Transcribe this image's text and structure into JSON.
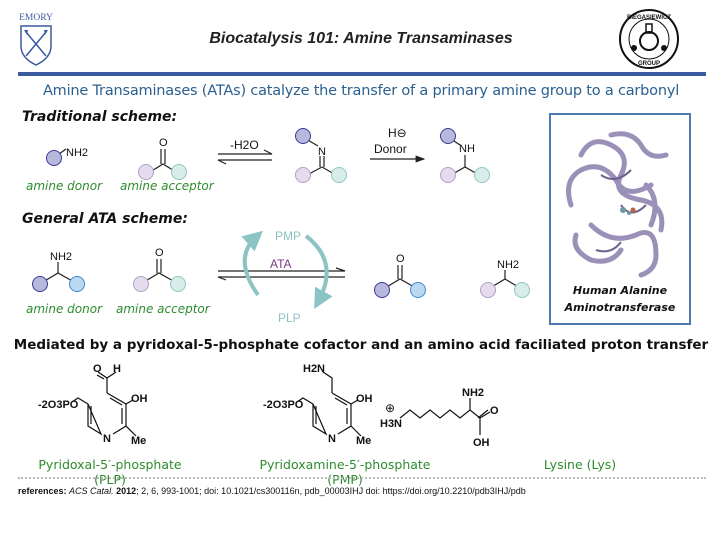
{
  "header": {
    "left_logo_text": "EMORY",
    "title": "Biocatalysis 101: Amine Transaminases",
    "right_logo_text": "BIEGASIEWICZ GROUP"
  },
  "subtitle": "Amine Transaminases (ATAs) catalyze the transfer of a primary amine group to a carbonyl",
  "traditional": {
    "heading": "Traditional scheme:",
    "donor_group": "NH2",
    "donor_label": "amine donor",
    "acceptor_atom": "O",
    "acceptor_label": "amine acceptor",
    "step1_label": "-H2O",
    "imine_atom": "N",
    "step2_top": "H⊖",
    "step2_bottom": "Donor",
    "product_group": "NH"
  },
  "general": {
    "heading": "General ATA scheme:",
    "donor_group": "NH2",
    "donor_label": "amine donor",
    "acceptor_atom": "O",
    "acceptor_label": "amine acceptor",
    "cycle_top": "PMP",
    "cycle_bottom": "PLP",
    "enzyme": "ATA",
    "product1_atom": "O",
    "product2_group": "NH2"
  },
  "protein": {
    "label_line1": "Human Alanine",
    "label_line2": "Aminotransferase"
  },
  "mediated": "Mediated by a pyridoxal-5-phosphate cofactor and an amino acid faciliated proton transfer",
  "structures": [
    {
      "name": "Pyridoxal-5′-phosphate (PLP)",
      "atoms": {
        "o": "O",
        "h": "H",
        "oh": "OH",
        "phos": "-2O3PO",
        "n": "N",
        "me": "Me"
      }
    },
    {
      "name": "Pyridoxamine-5′-phosphate (PMP)",
      "atoms": {
        "nh2": "H2N",
        "oh": "OH",
        "phos": "-2O3PO",
        "n": "N",
        "me": "Me"
      }
    },
    {
      "name": "Lysine (Lys)",
      "atoms": {
        "nh3": "H3N",
        "plus": "⊕",
        "nh2": "NH2",
        "o": "O",
        "oh": "OH"
      }
    }
  ],
  "references": {
    "label": "references:",
    "journal": "ACS Catal.",
    "year": "2012",
    "rest": "; 2, 6, 993-1001; doi: 10.1021/cs300116n, pdb_00003IHJ doi: https://doi.org/10.2210/pdb3IHJ/pdb"
  },
  "colors": {
    "rule": "#3b5aa0",
    "subtitle": "#2a5f8f",
    "green": "#2e8b2e",
    "cycle": "#8cc4c4",
    "enzyme": "#7a3a8a"
  }
}
